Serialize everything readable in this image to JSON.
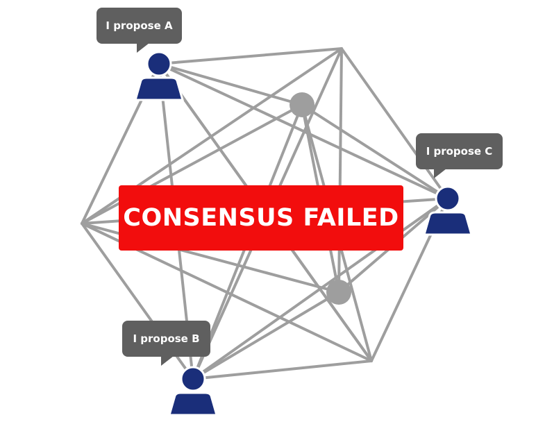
{
  "banner": {
    "text": "CONSENSUS FAILED",
    "color": "#f20d0d"
  },
  "proposals": [
    {
      "label": "I propose A"
    },
    {
      "label": "I propose C"
    },
    {
      "label": "I propose B"
    }
  ],
  "colors": {
    "person": "#1a2e7a",
    "edge": "#9e9e9e",
    "node": "#9e9e9e",
    "bubble": "#5f5f5f"
  },
  "icons": [
    "person-icon",
    "network-node"
  ]
}
